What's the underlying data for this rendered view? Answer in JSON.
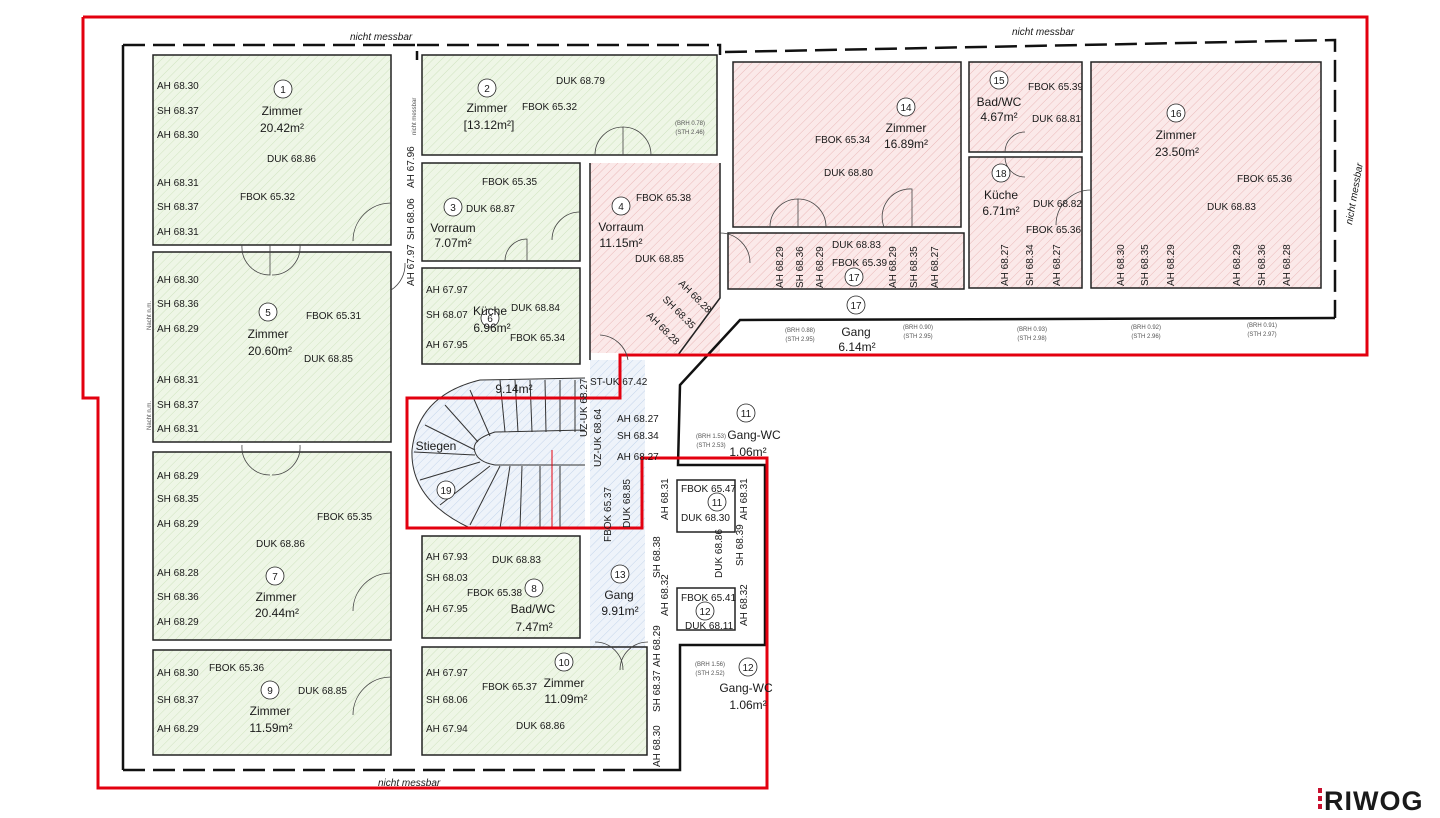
{
  "brand": {
    "logo_text": "RIWOG",
    "logo_color": "#c8102e"
  },
  "colors": {
    "outline": "#e3000f",
    "green_room": "#e9f4e0",
    "red_room": "#f7dede",
    "blue_room": "#e2ecf6",
    "wall": "#222222"
  },
  "annotations": {
    "not_measurable": "nicht messbar",
    "nacht": "Nacht n.m."
  },
  "rooms": [
    {
      "num": "1",
      "name": "Zimmer",
      "area": "20.42m²"
    },
    {
      "num": "2",
      "name": "Zimmer",
      "area": "[13.12m²]"
    },
    {
      "num": "3",
      "name": "Vorraum",
      "area": "7.07m²"
    },
    {
      "num": "4",
      "name": "Vorraum",
      "area": "11.15m²"
    },
    {
      "num": "5",
      "name": "Zimmer",
      "area": "20.60m²"
    },
    {
      "num": "6",
      "name": "Küche",
      "area": "6.96m²"
    },
    {
      "num": "7",
      "name": "Zimmer",
      "area": "20.44m²"
    },
    {
      "num": "8",
      "name": "Bad/WC",
      "area": "7.47m²"
    },
    {
      "num": "9",
      "name": "Zimmer",
      "area": "11.59m²"
    },
    {
      "num": "10",
      "name": "Zimmer",
      "area": "11.09m²"
    },
    {
      "num": "11",
      "name": "Gang-WC",
      "area": "1.06m²"
    },
    {
      "num": "12",
      "name": "Gang-WC",
      "area": "1.06m²"
    },
    {
      "num": "13",
      "name": "Gang",
      "area": "9.91m²"
    },
    {
      "num": "14",
      "name": "Zimmer",
      "area": "16.89m²"
    },
    {
      "num": "15",
      "name": "Bad/WC",
      "area": "4.67m²"
    },
    {
      "num": "16",
      "name": "Zimmer",
      "area": "23.50m²"
    },
    {
      "num": "17",
      "name": "Gang",
      "area": "6.14m²"
    },
    {
      "num": "18",
      "name": "Küche",
      "area": "6.71m²"
    },
    {
      "num": "19",
      "name": "Stiegen",
      "area": "9.14m²"
    }
  ],
  "levels": {
    "r1": [
      "AH 68.30",
      "SH 68.37",
      "AH 68.30",
      "DUK 68.86",
      "AH 68.31",
      "SH 68.37",
      "AH 68.31",
      "FBOK 65.32"
    ],
    "r2": [
      "DUK 68.79",
      "FBOK 65.32"
    ],
    "r3": [
      "FBOK 65.35",
      "DUK 68.87",
      "AH 67.96",
      "SH 68.06",
      "AH 67.97"
    ],
    "r4": [
      "FBOK 65.38",
      "DUK 68.85",
      "AH 68.28",
      "SH 68.35",
      "AH 68.28"
    ],
    "r5": [
      "AH 68.30",
      "SH 68.36",
      "AH 68.29",
      "FBOK 65.31",
      "DUK 68.85",
      "AH 68.31",
      "SH 68.37",
      "AH 68.31"
    ],
    "r6": [
      "AH 67.97",
      "SH 68.07",
      "AH 67.95",
      "DUK 68.84",
      "FBOK 65.34"
    ],
    "r7": [
      "AH 68.29",
      "SH 68.35",
      "AH 68.29",
      "FBOK 65.35",
      "DUK 68.86",
      "AH 68.28",
      "SH 68.36",
      "AH 68.29"
    ],
    "r8": [
      "AH 67.93",
      "SH 68.03",
      "AH 67.95",
      "DUK 68.83",
      "FBOK 65.38"
    ],
    "r9": [
      "AH 68.30",
      "SH 68.37",
      "AH 68.29",
      "FBOK 65.36",
      "DUK 68.85"
    ],
    "r10": [
      "AH 67.97",
      "SH 68.06",
      "AH 67.94",
      "FBOK 65.37",
      "DUK 68.86",
      "AH 68.29",
      "SH 68.37",
      "AH 68.30"
    ],
    "r11": [
      "FBOK 65.47",
      "DUK 68.30",
      "AH 68.31",
      "AH 68.31",
      "DUK 68.86",
      "SH 68.38",
      "SH 68.39"
    ],
    "r12": [
      "FBOK 65.41",
      "DUK 68.11",
      "AH 68.32",
      "AH 68.32"
    ],
    "r13": [
      "FBOK 65.37",
      "DUK 68.85",
      "AH 68.27",
      "SH 68.34",
      "AH 68.27"
    ],
    "r14": [
      "FBOK 65.34",
      "DUK 68.80"
    ],
    "r15": [
      "FBOK 65.39",
      "DUK 68.81"
    ],
    "r16": [
      "FBOK 65.36",
      "DUK 68.83"
    ],
    "r17": [
      "AH 68.29",
      "SH 68.36",
      "AH 68.29",
      "DUK 68.83",
      "FBOK 65.39",
      "AH 68.29",
      "SH 68.35",
      "AH 68.27"
    ],
    "r18": [
      "DUK 68.82",
      "FBOK 65.36",
      "AH 68.27",
      "SH 68.34",
      "AH 68.27"
    ],
    "r16w": [
      "AH 68.30",
      "SH 68.35",
      "AH 68.29",
      "AH 68.29",
      "SH 68.36",
      "AH 68.28"
    ],
    "stair": [
      "ST-UK 67.42",
      "UZ-UK 68.27",
      "UZ-UK 68.64"
    ]
  },
  "sills": {
    "gang": [
      "(BRH 0.88)",
      "(STH 2.95)",
      "(BRH 0.90)",
      "(STH 2.95)",
      "(BRH 0.93)",
      "(STH 2.98)",
      "(BRH 0.92)",
      "(STH 2.96)",
      "(BRH 0.91)",
      "(STH 2.97)"
    ],
    "r2": [
      "(BRH 0.78)",
      "(STH 2.46)"
    ],
    "wc": [
      "(BRH 1.56)",
      "(STH 2.52)",
      "(BRH 1.53)",
      "(STH 2.53)"
    ]
  }
}
